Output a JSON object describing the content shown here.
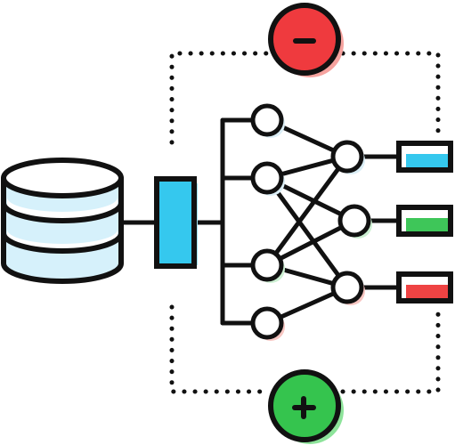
{
  "icons": {
    "database": "database-icon",
    "input_block": "input-block-icon",
    "neuron": "neuron-icon",
    "output_bar": "output-bar-icon",
    "minus_badge": "minus-badge-icon",
    "plus_badge": "plus-badge-icon"
  },
  "network": {
    "layer_sizes": [
      4,
      3
    ],
    "hidden_neuron_accents": [
      "#dbeef6",
      "#dbeef6",
      "#cdf0d3",
      "#f7c6c2"
    ],
    "output_neuron_accents": [
      "#dbeef6",
      "#cdf0d3",
      "#f7c6c2"
    ],
    "output_bar_colors": [
      "#35c8ee",
      "#3ec659",
      "#ef4343"
    ]
  },
  "badges": {
    "negative": {
      "symbol": "minus",
      "fill": "#ef3a3e",
      "shadow": "#f6a39f"
    },
    "positive": {
      "symbol": "plus",
      "fill": "#35c44e",
      "shadow": "#8de39a"
    }
  },
  "colors": {
    "stroke": "#111111",
    "database_fill": "#d6f1fb",
    "input_fill": "#35c8ee",
    "background": "#ffffff"
  }
}
